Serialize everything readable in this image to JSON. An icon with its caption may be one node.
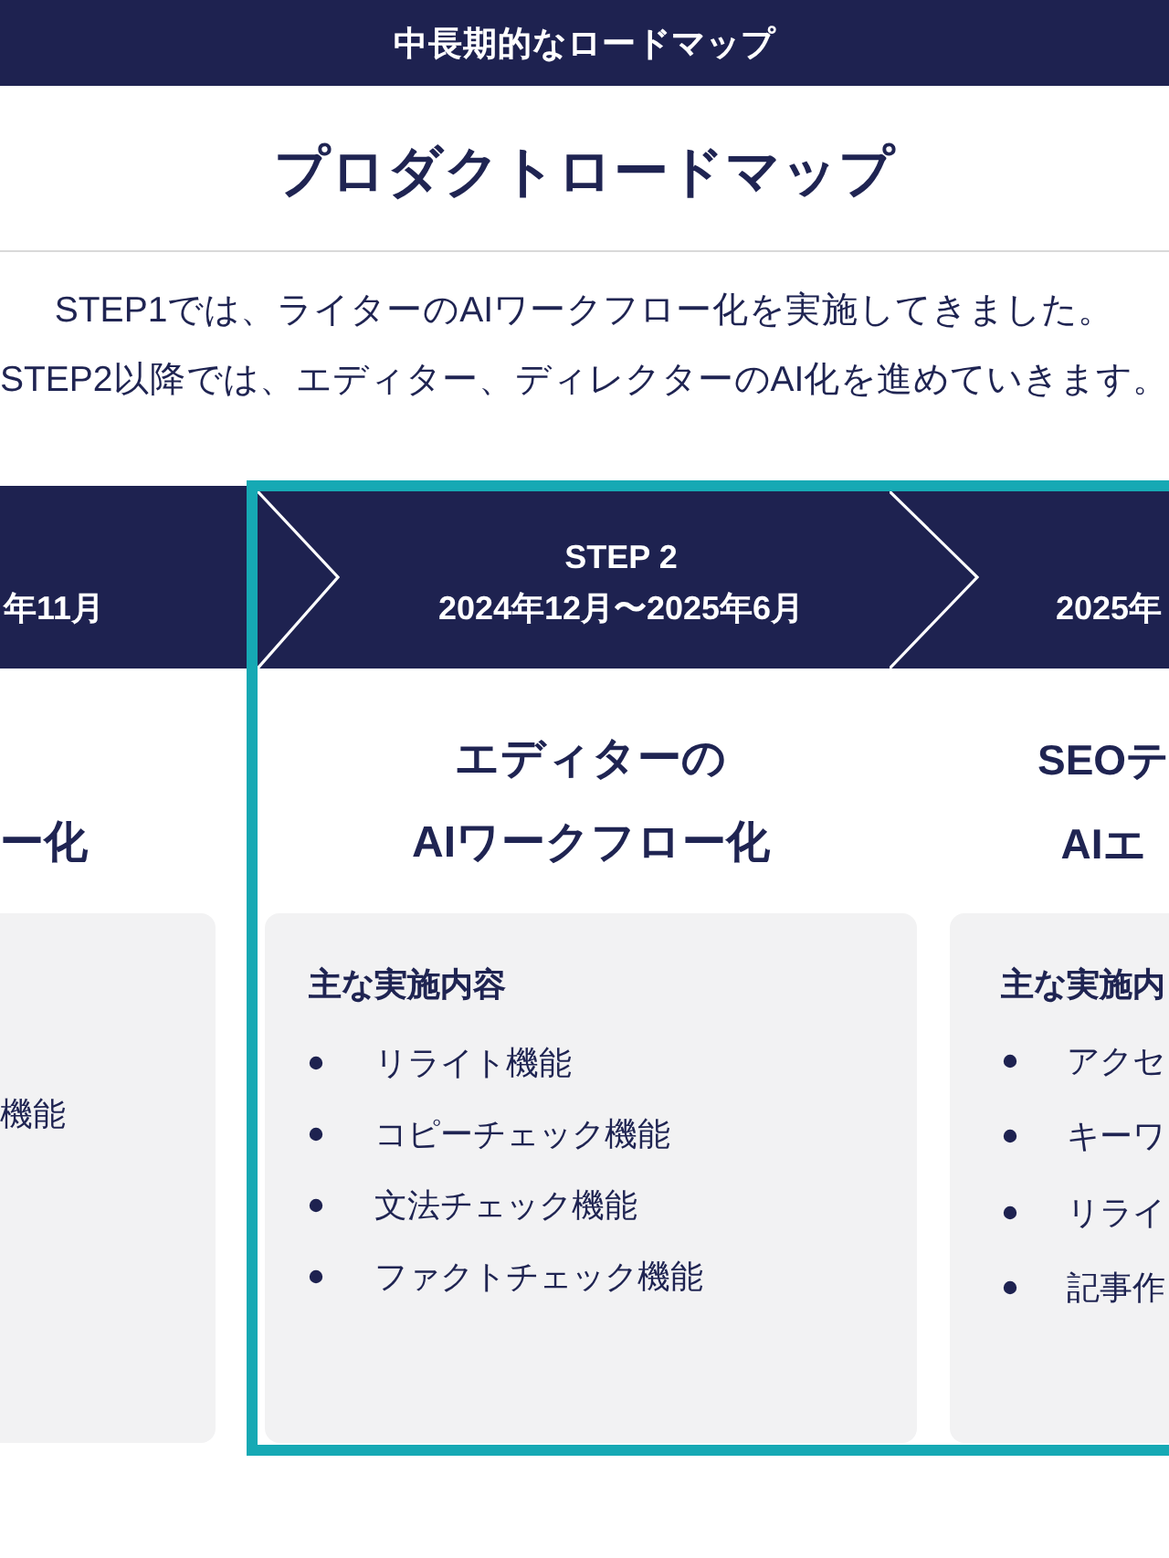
{
  "diagram": {
    "title": "プロダクトロードマップ",
    "nodes": [
      {
        "text": [
          "年11月"
        ]
      },
      {
        "text": [
          "機能"
        ]
      },
      {
        "text": [],
        "shape": "box"
      },
      {
        "text": [
          "STEP 2",
          "2024年12月〜2025年6月"
        ],
        "in": 2
      },
      {
        "text": [
          "主な実施内容",
          "リライト機能",
          "コピーチェック機能",
          "文法チェック機能",
          "ファクトチェック機能"
        ],
        "in": 2
      },
      {
        "text": [
          "2025年"
        ],
        "in": 2
      },
      {
        "text": [
          "主な実施内",
          "アクセ",
          "キーワ",
          "リライ",
          "記事作"
        ],
        "in": 2
      }
    ],
    "labels": [
      "中長期的なロードマップ",
      "STEP1では、ライターのAIワークフロー化を実施してきました。",
      "STEP2以降では、エディター、ディレクターのAI化を進めていきます。",
      "ー化",
      "エディターのAIワークフロー化",
      "SEOテAIエ"
    ]
  }
}
